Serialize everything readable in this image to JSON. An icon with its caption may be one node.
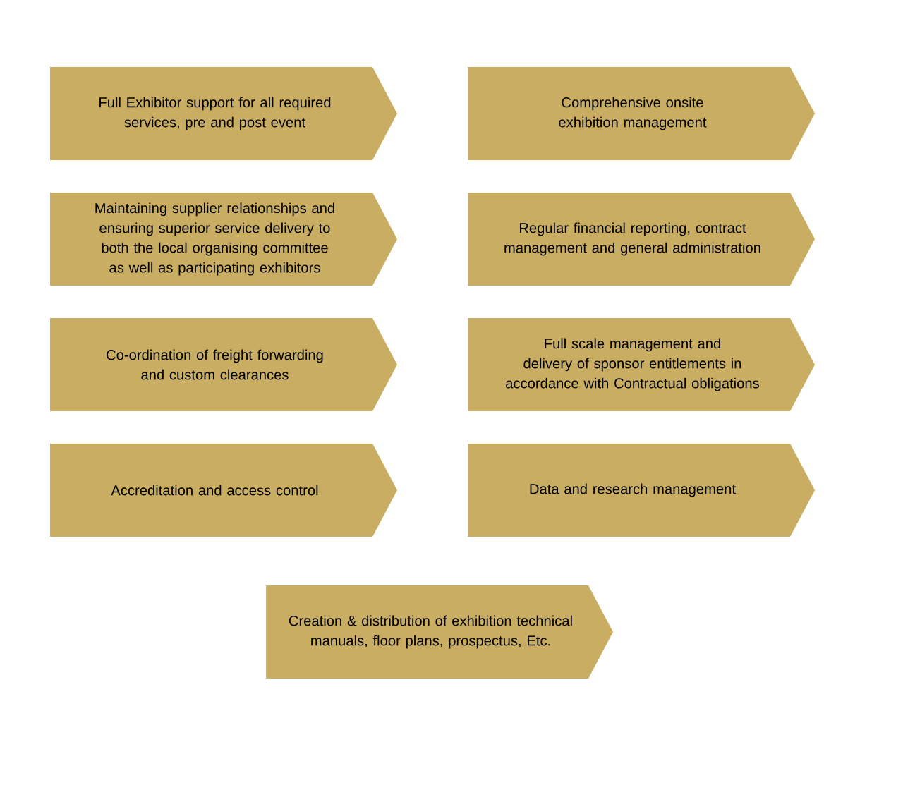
{
  "diagram": {
    "nodes": [
      {
        "text": [
          "Full Exhibitor support for all required services, pre and post event"
        ]
      },
      {
        "text": [
          "Comprehensive onsite exhibition management"
        ]
      },
      {
        "text": [
          "Maintaining supplier relationships and ensuring superior service delivery to both the local organising committee as well as participating exhibitors"
        ]
      },
      {
        "text": [
          "Regular financial reporting, contract management and general administration"
        ]
      },
      {
        "text": [
          "Co-ordination of freight forwarding and custom clearances"
        ]
      },
      {
        "text": [
          "Full scale management and delivery of sponsor entitlements in accordance with Contractual obligations"
        ]
      },
      {
        "text": [
          "Accreditation and access control"
        ]
      },
      {
        "text": [
          "Data and research management"
        ]
      },
      {
        "text": [
          "Creation & distribution of exhibition technical manuals, floor plans, prospectus, Etc."
        ]
      }
    ]
  }
}
